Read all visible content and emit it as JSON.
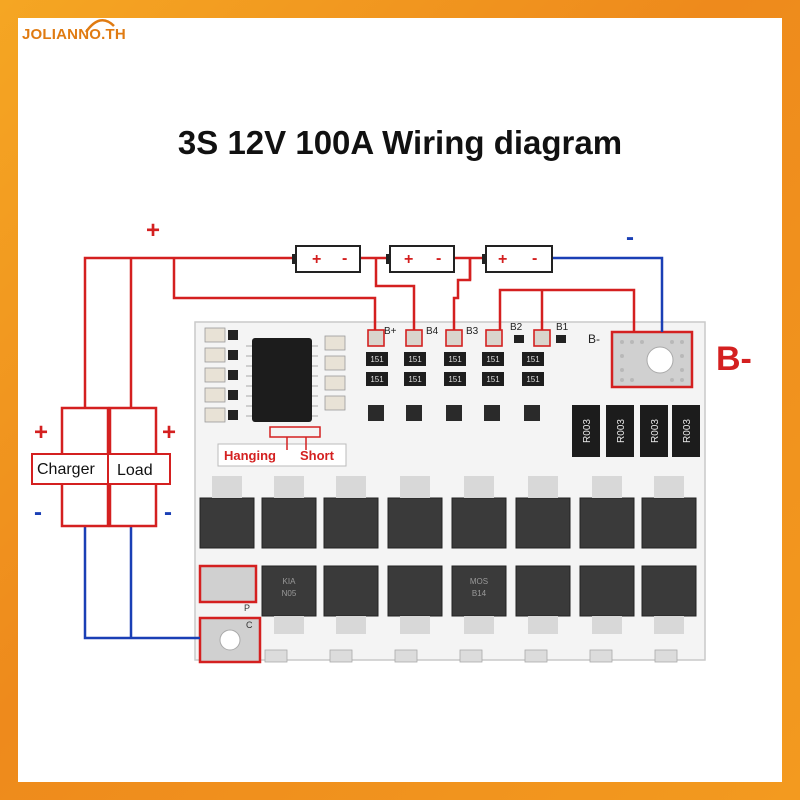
{
  "brand": "JOLIANNO.TH",
  "title": "3S 12V 100A Wiring diagram",
  "labels": {
    "plus_top": "+",
    "minus_top": "-",
    "plus_left_charger": "+",
    "minus_left_charger": "-",
    "plus_right_load": "+",
    "minus_right_load": "-",
    "charger": "Charger",
    "load": "Load",
    "b_minus_big": "B-",
    "b_minus_small": "B-",
    "hanging": "Hanging",
    "short": "Short",
    "p_pad": "P",
    "c_pad": "C"
  },
  "batteries": [
    {
      "plus": "+",
      "minus": "-"
    },
    {
      "plus": "+",
      "minus": "-"
    },
    {
      "plus": "+",
      "minus": "-"
    }
  ],
  "pins": [
    "B+",
    "B4",
    "B3",
    "B2",
    "B1"
  ],
  "shunts": [
    "R003",
    "R003",
    "R003",
    "R003"
  ],
  "mosfet_top_text": [
    "KIA",
    "MOS",
    "N05",
    "B14"
  ],
  "colors": {
    "wire_positive": "#d42020",
    "wire_negative": "#1a3fb5",
    "frame": "#f0961e",
    "pcb": "#f6f6f6"
  }
}
